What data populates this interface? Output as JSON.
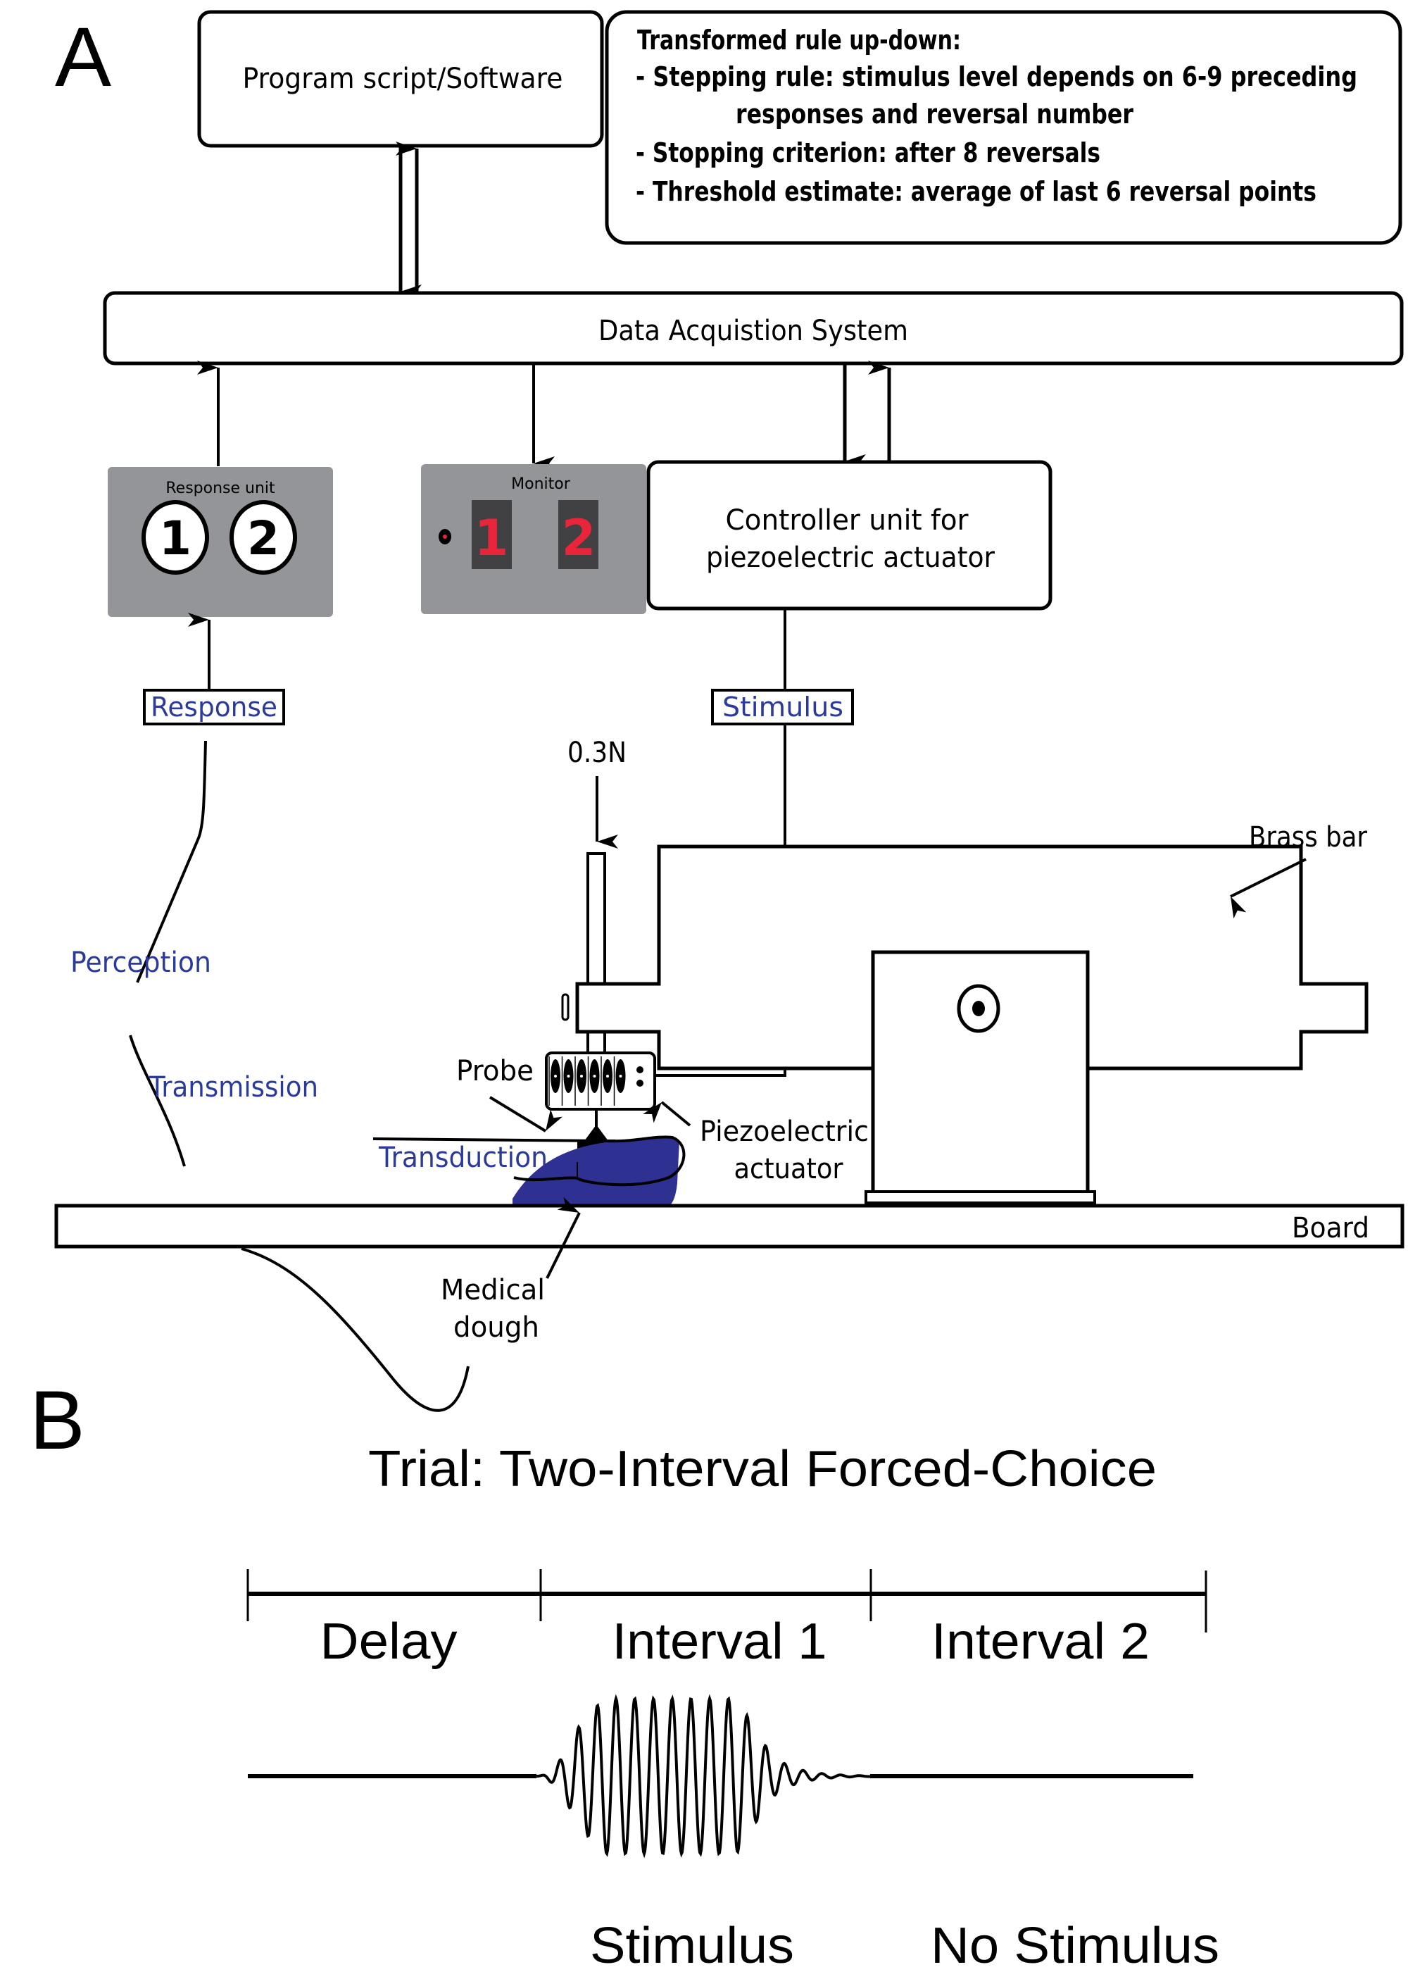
{
  "panel_a": {
    "label": "A",
    "program_box": {
      "label": "Program script/Software"
    },
    "rule_box": {
      "title": "Transformed rule up-down:",
      "lines": [
        "- Stepping rule: stimulus level depends on 6-9 preceding",
        "responses and reversal number",
        "- Stopping criterion: after 8 reversals",
        "- Threshold estimate: average of last 6 reversal points"
      ]
    },
    "daq_box": {
      "label": "Data Acquistion System"
    },
    "response_unit": {
      "label": "Response unit",
      "buttons": [
        "1",
        "2"
      ]
    },
    "monitor": {
      "label": "Monitor",
      "digits": [
        "1",
        "2"
      ],
      "digit_color": "#e8253a"
    },
    "controller_box": {
      "line1": "Controller unit for",
      "line2": "piezoelectric actuator"
    },
    "signal_labels": {
      "response": "Response",
      "stimulus": "Stimulus"
    },
    "pathway_labels": {
      "perception": "Perception",
      "transmission": "Transmission",
      "transduction": "Transduction",
      "color": "#2a3b9c"
    },
    "apparatus_labels": {
      "force": "0.3N",
      "brass_bar": "Brass bar",
      "probe": "Probe",
      "piezo_line1": "Piezoelectric",
      "piezo_line2": "actuator",
      "board": "Board",
      "dough_line1": "Medical",
      "dough_line2": "dough"
    },
    "colors": {
      "device_gray": "#939598",
      "display_dark": "#414042",
      "dough_blue": "#2e3192"
    }
  },
  "panel_b": {
    "label": "B",
    "title": "Trial: Two-Interval Forced-Choice",
    "segments": [
      "Delay",
      "Interval 1",
      "Interval 2"
    ],
    "waveform_labels": [
      "Stimulus",
      "No Stimulus"
    ]
  }
}
